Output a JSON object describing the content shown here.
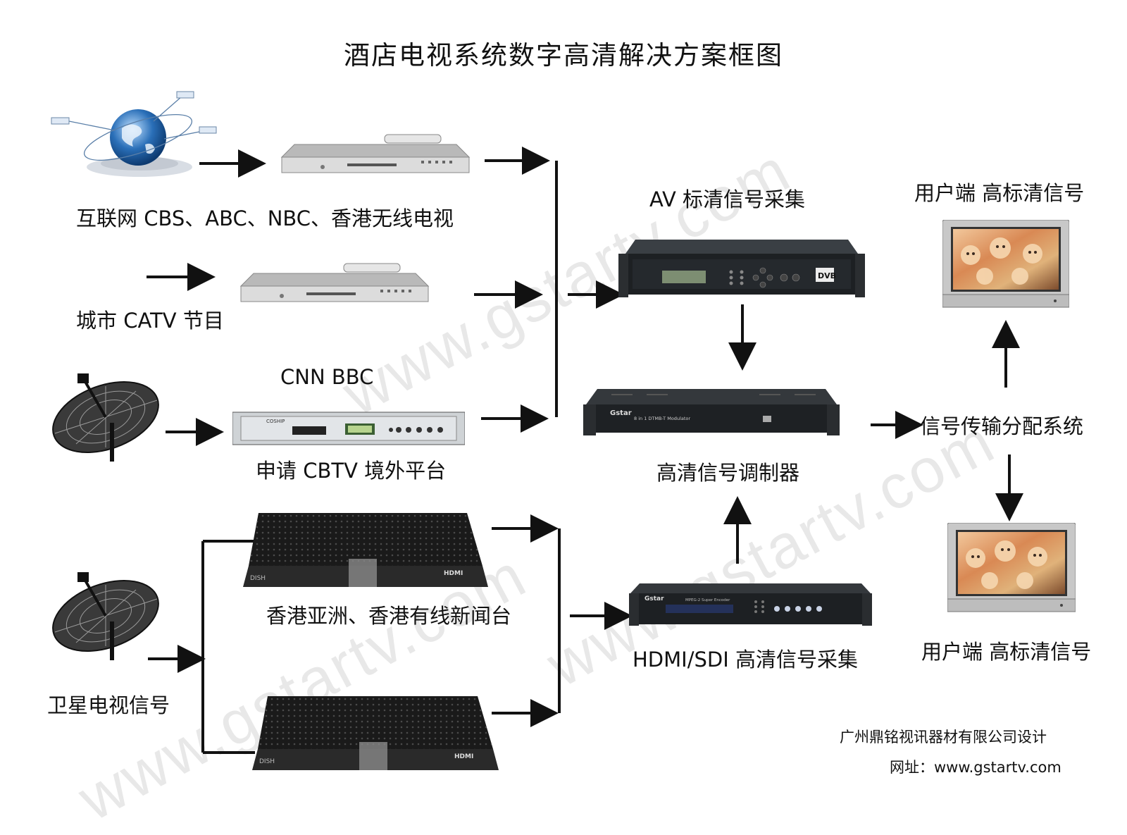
{
  "title": "酒店电视系统数字高清解决方案框图",
  "labels": {
    "internet": "互联网   CBS、ABC、NBC、香港无线电视",
    "city_catv": "城市 CATV 节目",
    "cnn_bbc": "CNN     BBC",
    "cbtv": "申请 CBTV 境外平台",
    "hk_asia": "香港亚洲、香港有线新闻台",
    "satellite": "卫星电视信号",
    "av_sd": "AV 标清信号采集",
    "hd_modulator": "高清信号调制器",
    "hdmi_sdi": "HDMI/SDI 高清信号采集",
    "distribution": "信号传输分配系统",
    "user_top": "用户端 高标清信号",
    "user_bottom": "用户端 高标清信号"
  },
  "device_text": {
    "dvb_logo": "DVB",
    "modulator_brand": "Gstar",
    "modulator_model": "8 in 1 DTMB-T Modulator",
    "encoder_brand": "Gstar",
    "encoder_model": "MPEG-2 Super Encoder",
    "receiver_brand": "COSHIP",
    "dish_brand": "DISH",
    "hdmi_mark": "HDMI"
  },
  "footer": {
    "company": "广州鼎铭视讯器材有限公司设计",
    "website": "网址：www.gstartv.com"
  },
  "watermark": "www.gstartv.com",
  "colors": {
    "line": "#111111",
    "device_dark": "#1e1e1e",
    "device_silver": "#cfcfcf",
    "globe": "#2a6fb8"
  }
}
